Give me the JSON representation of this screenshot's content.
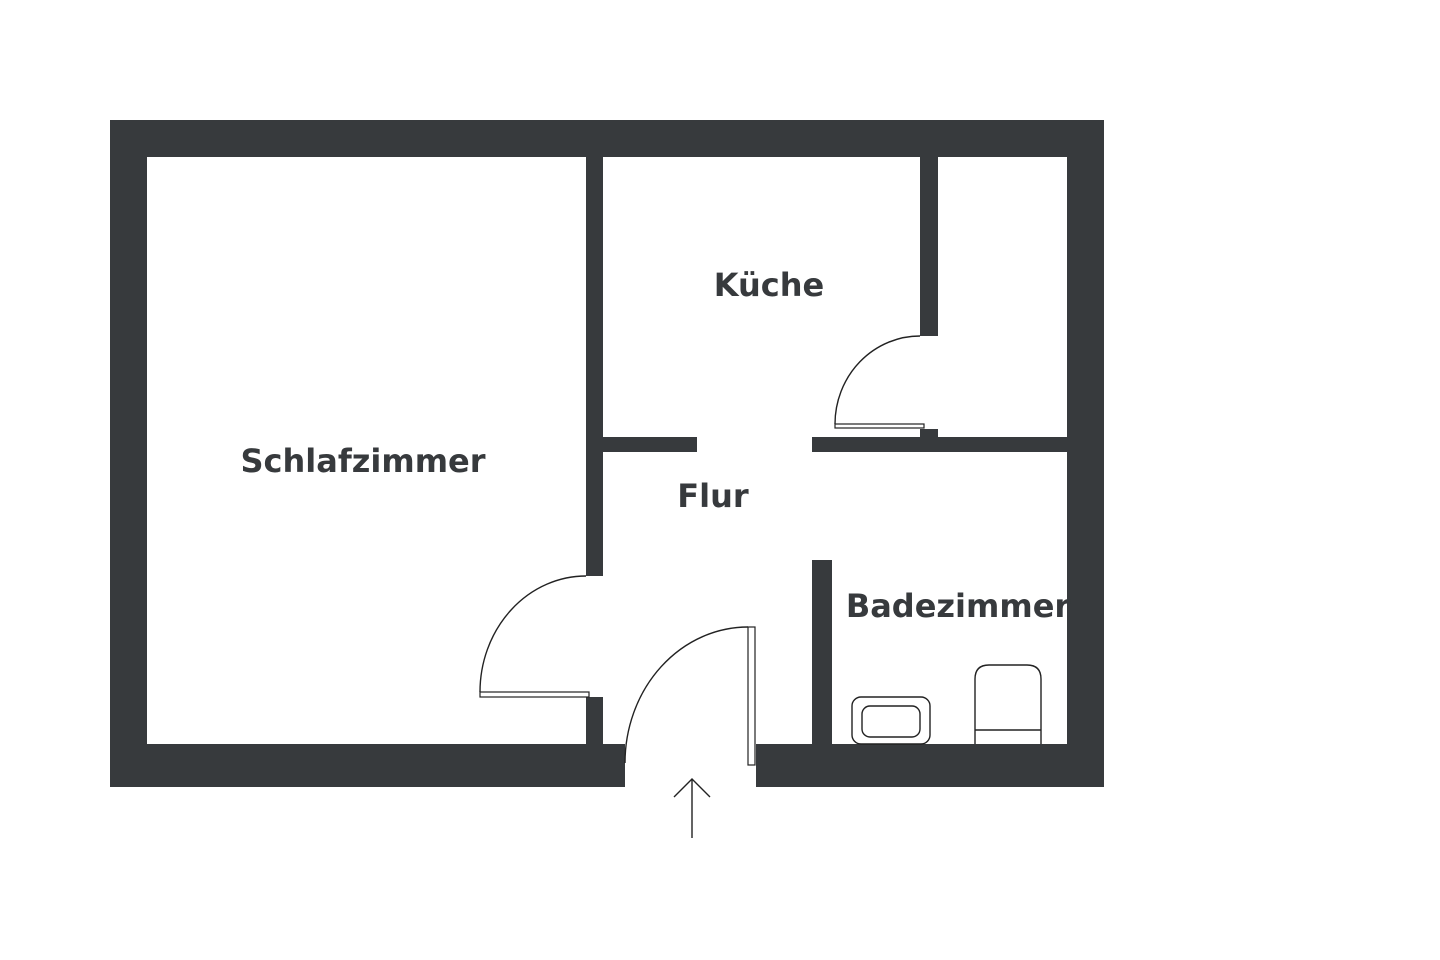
{
  "rooms": {
    "bedroom": "Schlafzimmer",
    "kitchen": "Küche",
    "hallway": "Flur",
    "bathroom": "Badezimmer"
  },
  "colors": {
    "wall": "#373a3d",
    "background": "#ffffff"
  },
  "icons": {
    "entrance": "arrow-up-icon",
    "sink": "sink-icon",
    "toilet": "toilet-icon"
  }
}
